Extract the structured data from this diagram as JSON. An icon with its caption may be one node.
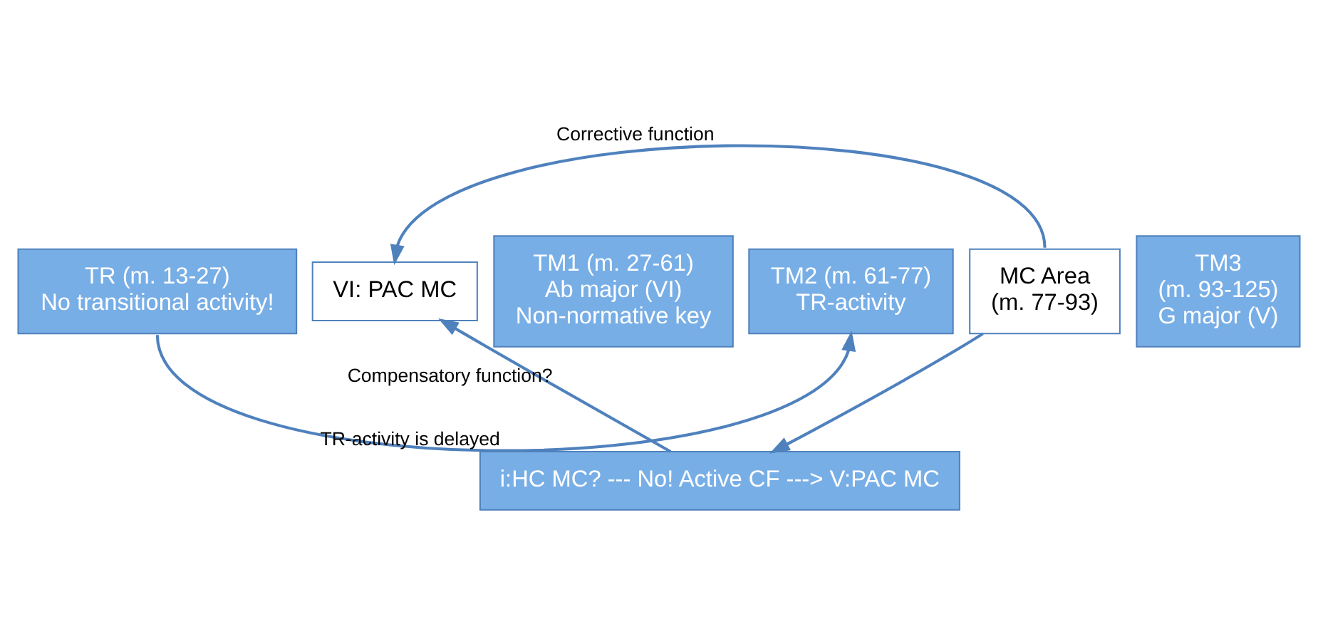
{
  "diagram": {
    "nodes": [
      {
        "text": [
          "TR (m. 13-27)",
          "No transitional activity!"
        ]
      },
      {
        "text": [
          "VI: PAC MC"
        ]
      },
      {
        "text": [
          "TM1 (m. 27-61)",
          "Ab major (VI)",
          "Non-normative key"
        ]
      },
      {
        "text": [
          "TM2 (m. 61-77)",
          "TR-activity"
        ]
      },
      {
        "text": [
          "MC Area",
          "(m. 77-93)"
        ]
      },
      {
        "text": [
          "TM3",
          "(m. 93-125)",
          "G major (V)"
        ]
      },
      {
        "text": [
          "i:HC MC? --- No! Active CF ---> V:PAC MC"
        ]
      }
    ],
    "edges": [
      {
        "from": 4,
        "to": 1,
        "arrow": "to",
        "label": "Corrective function"
      },
      {
        "from": 0,
        "to": 3,
        "arrow": "to",
        "label": "TR-activity is delayed"
      },
      {
        "from": 4,
        "to": 6,
        "arrow": "to"
      },
      {
        "from": 6,
        "to": 1,
        "arrow": "to",
        "label": "Compensatory function?"
      }
    ]
  }
}
